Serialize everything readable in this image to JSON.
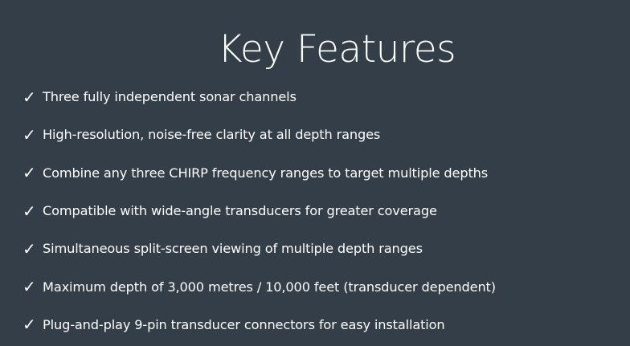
{
  "title": "Key Features",
  "icons": {
    "check": "check-icon"
  },
  "colors": {
    "background": "#333e48",
    "text": "#ffffff"
  },
  "features": [
    {
      "check": "✓",
      "label": "Three fully independent sonar channels"
    },
    {
      "check": "✓",
      "label": "High-resolution, noise-free clarity at all depth ranges"
    },
    {
      "check": "✓",
      "label": "Combine any three CHIRP frequency ranges to target multiple depths"
    },
    {
      "check": "✓",
      "label": "Compatible with wide-angle transducers for greater coverage"
    },
    {
      "check": "✓",
      "label": "Simultaneous split-screen viewing of multiple depth ranges"
    },
    {
      "check": "✓",
      "label": "Maximum depth of 3,000 metres / 10,000 feet (transducer dependent)"
    },
    {
      "check": "✓",
      "label": "Plug-and-play 9-pin transducer connectors for easy installation"
    }
  ]
}
